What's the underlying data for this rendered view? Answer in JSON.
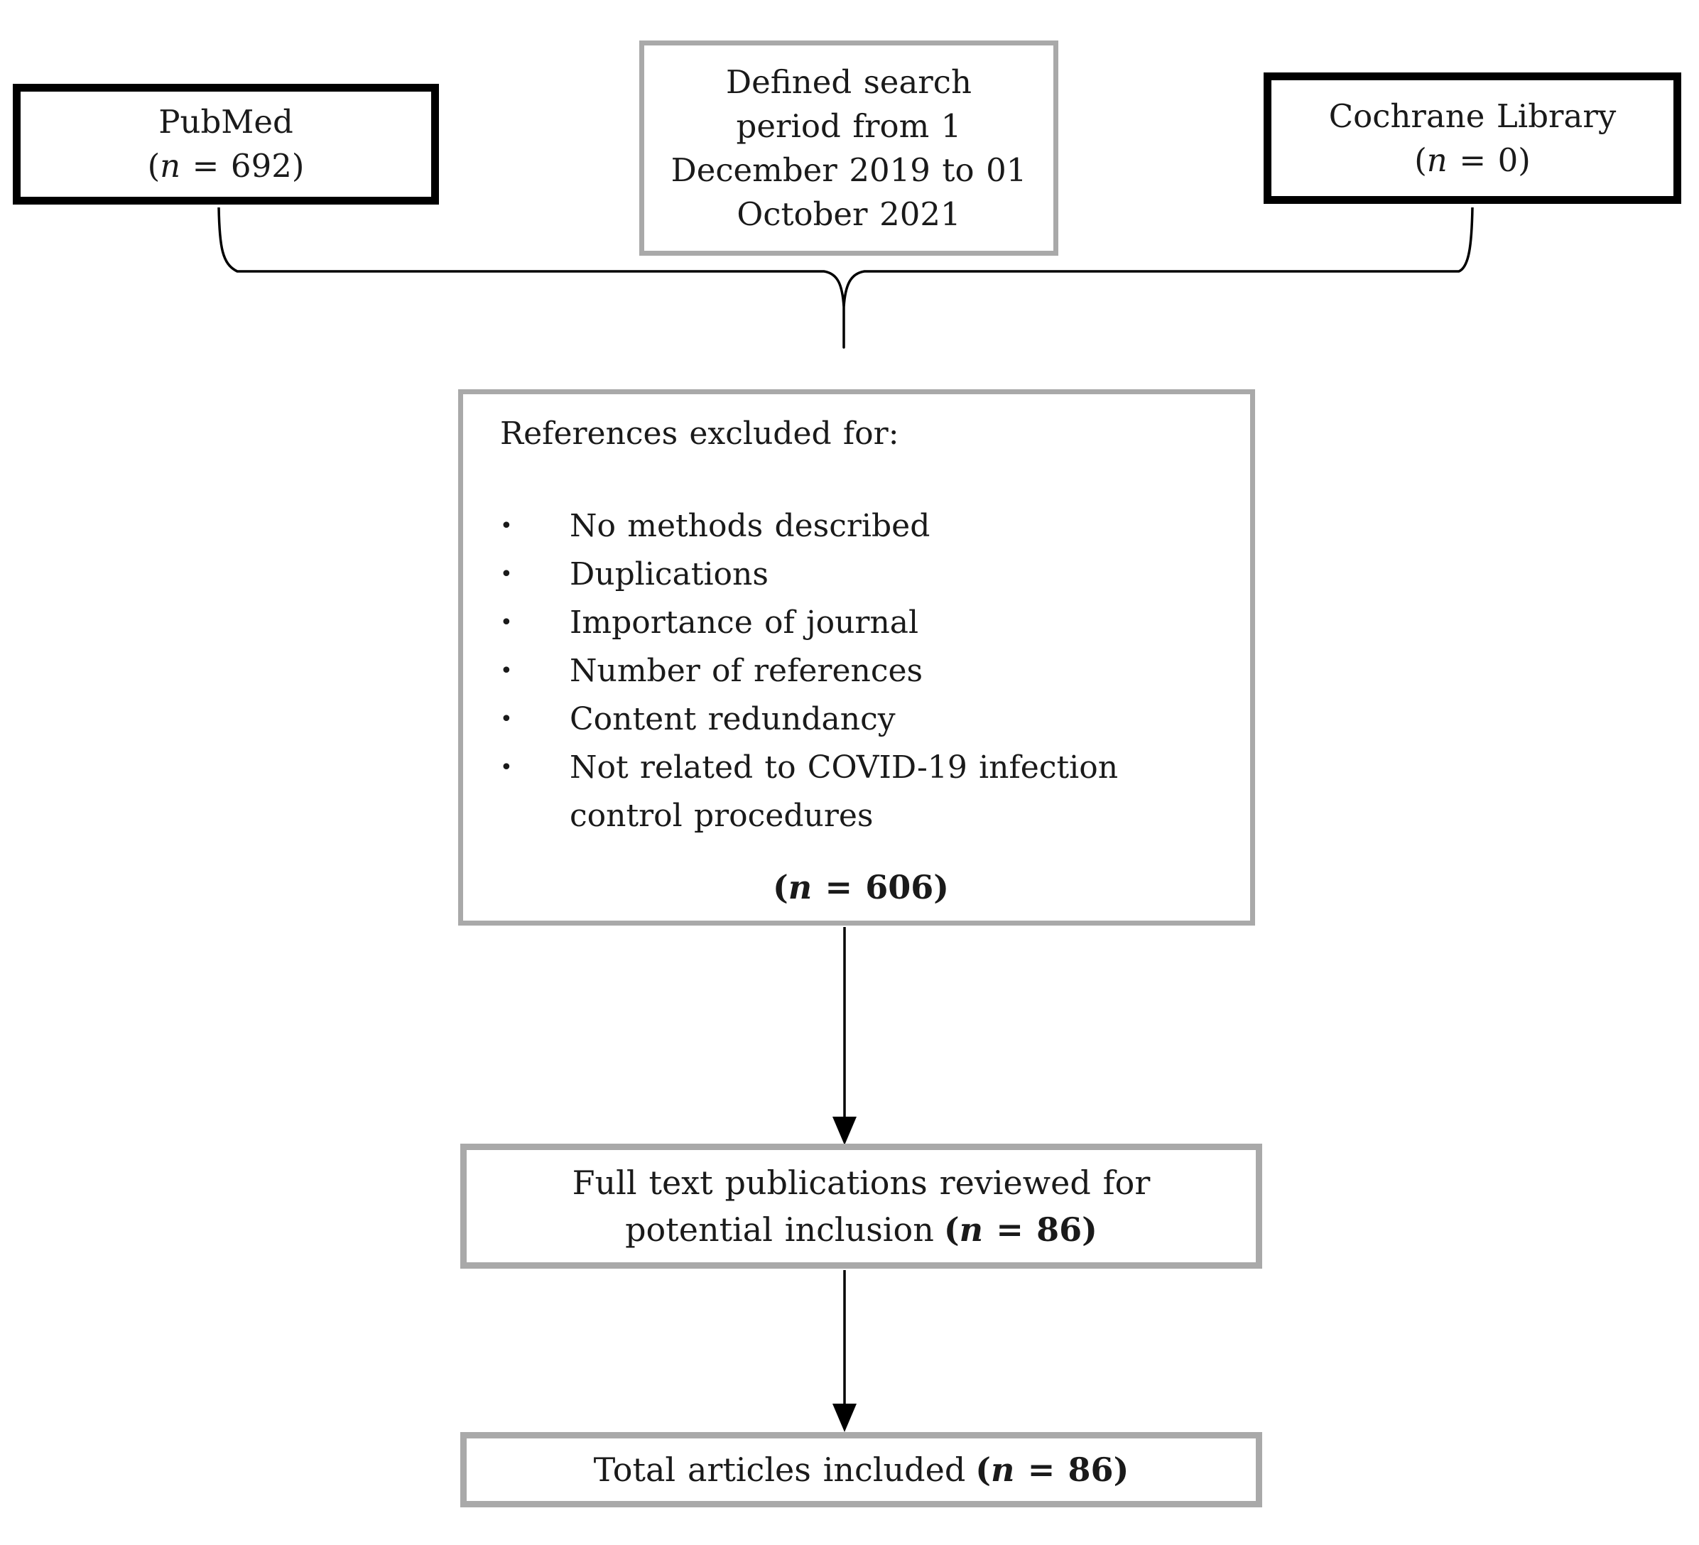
{
  "colors": {
    "strong_border": "#000000",
    "muted_border": "#a9a9a9",
    "text": "#1a1a1a",
    "line": "#000000"
  },
  "boxes": {
    "pubmed": {
      "label": "PubMed",
      "count": {
        "open": "(",
        "n": "n",
        "rest": " = 692)"
      }
    },
    "search_period": {
      "lines": [
        "Defined search",
        "period from 1",
        "December 2019 to 01",
        "October 2021"
      ]
    },
    "cochrane": {
      "label": "Cochrane Library",
      "count": {
        "open": "(",
        "n": "n",
        "rest": " = 0)"
      }
    },
    "excluded": {
      "title": "References excluded for:",
      "bullet_char": "•",
      "bullets": [
        "No methods described",
        "Duplications",
        "Importance of journal",
        "Number of references",
        "Content redundancy",
        "Not related to COVID-19 infection control procedures"
      ],
      "count": {
        "open": "(",
        "n": "n",
        "rest": " = 606)"
      }
    },
    "fulltext": {
      "line1": "Full text publications reviewed for",
      "line2": "potential inclusion",
      "count": {
        "open": "(",
        "n": "n",
        "rest": " = 86)"
      }
    },
    "total": {
      "label": "Total articles included",
      "count": {
        "open": "(",
        "n": "n",
        "rest": " = 86)"
      }
    }
  }
}
